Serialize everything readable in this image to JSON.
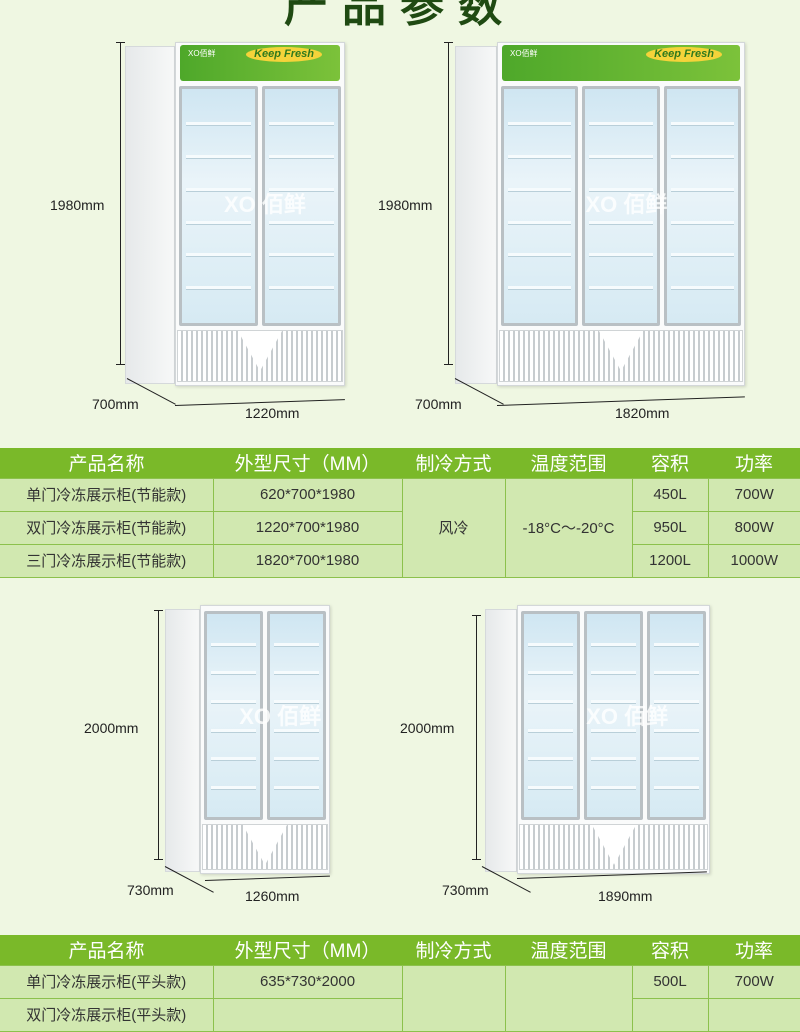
{
  "page_title": "产品参数",
  "sign": {
    "logo": "XO佰鲜",
    "slogan": "Keep Fresh",
    "watermark": "佰鲜"
  },
  "fridges": [
    {
      "doors": 2,
      "height": "1980mm",
      "depth": "700mm",
      "width": "1220mm"
    },
    {
      "doors": 3,
      "height": "1980mm",
      "depth": "700mm",
      "width": "1820mm"
    },
    {
      "doors": 2,
      "height": "2000mm",
      "depth": "730mm",
      "width": "1260mm"
    },
    {
      "doors": 3,
      "height": "2000mm",
      "depth": "730mm",
      "width": "1890mm"
    }
  ],
  "table_headers": [
    "产品名称",
    "外型尺寸（MM）",
    "制冷方式",
    "温度范围",
    "容积",
    "功率"
  ],
  "table1": {
    "cooling": "风冷",
    "temperature": "-18°C～-20°C",
    "rows": [
      {
        "name": "单门冷冻展示柜(节能款)",
        "size": "620*700*1980",
        "volume": "450L",
        "power": "700W"
      },
      {
        "name": "双门冷冻展示柜(节能款)",
        "size": "1220*700*1980",
        "volume": "950L",
        "power": "800W"
      },
      {
        "name": "三门冷冻展示柜(节能款)",
        "size": "1820*700*1980",
        "volume": "1200L",
        "power": "1000W"
      }
    ]
  },
  "table2": {
    "rows": [
      {
        "name": "单门冷冻展示柜(平头款)",
        "size": "635*730*2000",
        "volume": "500L",
        "power": "700W"
      },
      {
        "name": "双门冷冻展示柜(平头款)",
        "size": "",
        "volume": "",
        "power": ""
      }
    ]
  }
}
